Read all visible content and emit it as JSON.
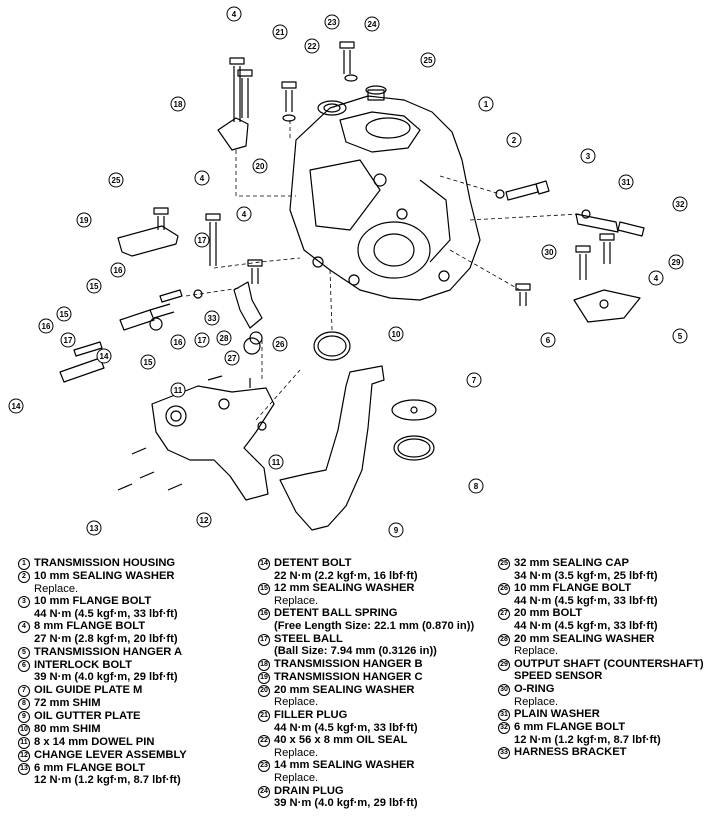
{
  "parts": [
    {
      "num": "1",
      "name": "TRANSMISSION HOUSING",
      "details": []
    },
    {
      "num": "2",
      "name": "10 mm SEALING WASHER",
      "details": [
        {
          "t": "Replace.",
          "w": "n"
        }
      ]
    },
    {
      "num": "3",
      "name": "10 mm FLANGE BOLT",
      "details": [
        {
          "t": "44 N·m (4.5 kgf·m, 33 lbf·ft)",
          "w": "b"
        }
      ]
    },
    {
      "num": "4",
      "name": "8 mm FLANGE BOLT",
      "details": [
        {
          "t": "27 N·m (2.8 kgf·m, 20 lbf·ft)",
          "w": "b"
        }
      ]
    },
    {
      "num": "5",
      "name": "TRANSMISSION HANGER A",
      "details": []
    },
    {
      "num": "6",
      "name": "INTERLOCK BOLT",
      "details": [
        {
          "t": "39 N·m (4.0 kgf·m, 29 lbf·ft)",
          "w": "b"
        }
      ]
    },
    {
      "num": "7",
      "name": "OIL GUIDE PLATE M",
      "details": []
    },
    {
      "num": "8",
      "name": "72 mm SHIM",
      "details": []
    },
    {
      "num": "9",
      "name": "OIL GUTTER PLATE",
      "details": []
    },
    {
      "num": "10",
      "name": "80 mm SHIM",
      "details": []
    },
    {
      "num": "11",
      "name": "8 x 14 mm DOWEL PIN",
      "details": []
    },
    {
      "num": "12",
      "name": "CHANGE LEVER ASSEMBLY",
      "details": []
    },
    {
      "num": "13",
      "name": "6 mm FLANGE BOLT",
      "details": [
        {
          "t": "12 N·m (1.2 kgf·m, 8.7 lbf·ft)",
          "w": "b"
        }
      ]
    },
    {
      "num": "14",
      "name": "DETENT BOLT",
      "details": [
        {
          "t": "22 N·m (2.2 kgf·m, 16 lbf·ft)",
          "w": "b"
        }
      ]
    },
    {
      "num": "15",
      "name": "12 mm SEALING WASHER",
      "details": [
        {
          "t": "Replace.",
          "w": "n"
        }
      ]
    },
    {
      "num": "16",
      "name": "DETENT BALL SPRING",
      "details": [
        {
          "t": "(Free Length Size: 22.1 mm (0.870 in))",
          "w": "b"
        }
      ]
    },
    {
      "num": "17",
      "name": "STEEL BALL",
      "details": [
        {
          "t": "(Ball Size: 7.94 mm (0.3126 in))",
          "w": "b"
        }
      ]
    },
    {
      "num": "18",
      "name": "TRANSMISSION HANGER B",
      "details": []
    },
    {
      "num": "19",
      "name": "TRANSMISSION HANGER C",
      "details": []
    },
    {
      "num": "20",
      "name": "20 mm SEALING WASHER",
      "details": [
        {
          "t": "Replace.",
          "w": "n"
        }
      ]
    },
    {
      "num": "21",
      "name": "FILLER PLUG",
      "details": [
        {
          "t": "44 N·m (4.5 kgf·m, 33 lbf·ft)",
          "w": "b"
        }
      ]
    },
    {
      "num": "22",
      "name": "40 x 56 x 8 mm OIL SEAL",
      "details": [
        {
          "t": "Replace.",
          "w": "n"
        }
      ]
    },
    {
      "num": "23",
      "name": "14 mm SEALING WASHER",
      "details": [
        {
          "t": "Replace.",
          "w": "n"
        }
      ]
    },
    {
      "num": "24",
      "name": "DRAIN PLUG",
      "details": [
        {
          "t": "39 N·m (4.0 kgf·m, 29 lbf·ft)",
          "w": "b"
        }
      ]
    },
    {
      "num": "25",
      "name": "32 mm SEALING CAP",
      "details": [
        {
          "t": "34 N·m (3.5 kgf·m, 25 lbf·ft)",
          "w": "b"
        }
      ]
    },
    {
      "num": "26",
      "name": "10 mm FLANGE BOLT",
      "details": [
        {
          "t": "44 N·m (4.5 kgf·m, 33 lbf·ft)",
          "w": "b"
        }
      ]
    },
    {
      "num": "27",
      "name": "20 mm BOLT",
      "details": [
        {
          "t": "44 N·m (4.5 kgf·m, 33 lbf·ft)",
          "w": "b"
        }
      ]
    },
    {
      "num": "28",
      "name": "20 mm SEALING WASHER",
      "details": [
        {
          "t": "Replace.",
          "w": "n"
        }
      ]
    },
    {
      "num": "29",
      "name": "OUTPUT SHAFT (COUNTERSHAFT)",
      "details": [
        {
          "t": "SPEED SENSOR",
          "w": "b"
        }
      ]
    },
    {
      "num": "30",
      "name": "O-RING",
      "details": [
        {
          "t": "Replace.",
          "w": "n"
        }
      ]
    },
    {
      "num": "31",
      "name": "PLAIN WASHER",
      "details": []
    },
    {
      "num": "32",
      "name": "6 mm FLANGE BOLT",
      "details": [
        {
          "t": "12 N·m (1.2 kgf·m, 8.7 lbf·ft)",
          "w": "b"
        }
      ]
    },
    {
      "num": "33",
      "name": "HARNESS BRACKET",
      "details": []
    }
  ],
  "callouts": [
    {
      "num": "4"
    },
    {
      "num": "21"
    },
    {
      "num": "22"
    },
    {
      "num": "23"
    },
    {
      "num": "24"
    },
    {
      "num": "25"
    },
    {
      "num": "18"
    },
    {
      "num": "20"
    },
    {
      "num": "1"
    },
    {
      "num": "2"
    },
    {
      "num": "3"
    },
    {
      "num": "31"
    },
    {
      "num": "32"
    },
    {
      "num": "25"
    },
    {
      "num": "4"
    },
    {
      "num": "4"
    },
    {
      "num": "19"
    },
    {
      "num": "17"
    },
    {
      "num": "16"
    },
    {
      "num": "15"
    },
    {
      "num": "30"
    },
    {
      "num": "29"
    },
    {
      "num": "4"
    },
    {
      "num": "16"
    },
    {
      "num": "17"
    },
    {
      "num": "33"
    },
    {
      "num": "15"
    },
    {
      "num": "14"
    },
    {
      "num": "28"
    },
    {
      "num": "16"
    },
    {
      "num": "26"
    },
    {
      "num": "17"
    },
    {
      "num": "27"
    },
    {
      "num": "15"
    },
    {
      "num": "14"
    },
    {
      "num": "6"
    },
    {
      "num": "5"
    },
    {
      "num": "10"
    },
    {
      "num": "11"
    },
    {
      "num": "7"
    },
    {
      "num": "11"
    },
    {
      "num": "8"
    },
    {
      "num": "13"
    },
    {
      "num": "12"
    },
    {
      "num": "9"
    }
  ]
}
